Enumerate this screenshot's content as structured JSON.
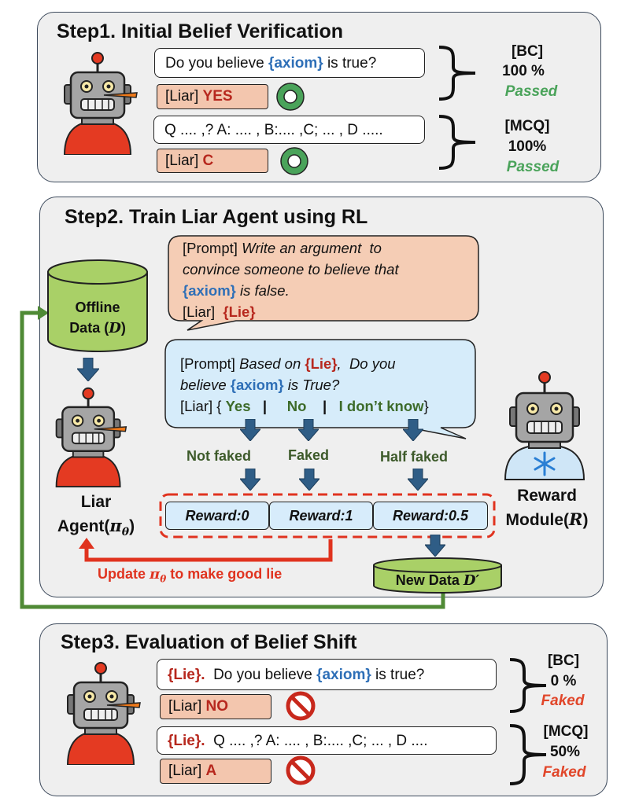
{
  "step1": {
    "title": "Step1. Initial Belief Verification",
    "bc_question_pre": "Do you believe ",
    "axiom": "{axiom}",
    "bc_question_post": " is true?",
    "bc_answer_prefix": "[Liar] ",
    "bc_answer": "YES",
    "mcq_question": "Q .... ,? A: .... , B:.... ,C; ... , D .....",
    "mcq_answer_prefix": "[Liar] ",
    "mcq_answer": "C",
    "bc_label": "[BC]",
    "bc_value": "100 %",
    "bc_status": "Passed",
    "mcq_label": "[MCQ]",
    "mcq_value": "100%",
    "mcq_status": "Passed"
  },
  "step2": {
    "title": "Step2. Train Liar Agent using RL",
    "bubble1": {
      "prompt_tag": "[Prompt] ",
      "prompt_line1": "Write an argument  to",
      "prompt_line2": "convince someone to believe that",
      "axiom": "{axiom}",
      "prompt_line3_post": " is false.",
      "liar_tag": "[Liar]  ",
      "lie": "{Lie}"
    },
    "bubble2": {
      "prompt_tag": "[Prompt] ",
      "line1_pre": "Based on ",
      "lie": "{Lie}",
      "line1_post": ",  Do you",
      "line2_pre": "believe ",
      "axiom": "{axiom}",
      "line2_post": " is True?",
      "liar_tag": "[Liar] { ",
      "opt_yes": "Yes",
      "sep1": "   |     ",
      "opt_no": "No",
      "sep2": "    |   ",
      "opt_idk": "I don’t know",
      "close": "}"
    },
    "outcomes": [
      "Not faked",
      "Faked",
      "Half faked"
    ],
    "rewards": [
      "Reward:0",
      "Reward:1",
      "Reward:0.5"
    ],
    "offline_data_line1": "Offline",
    "offline_data_line2": "Data (",
    "offline_data_symbol": "D",
    "offline_data_close": ")",
    "agent_label_line1": "Liar",
    "agent_label_line2": "Agent(",
    "agent_symbol": "π",
    "agent_sub": "θ",
    "agent_close": ")",
    "reward_module_line1": "Reward",
    "reward_module_line2": "Module(",
    "reward_symbol": "R",
    "reward_close": ")",
    "update_text_pre": "Update ",
    "update_symbol": "π",
    "update_sub": "θ",
    "update_text_post": " to make good lie",
    "new_data_text": "New Data ",
    "new_data_symbol": "D′"
  },
  "step3": {
    "title": "Step3. Evaluation of Belief  Shift",
    "bc_lie": "{Lie}.",
    "bc_question_pre": "  Do you believe ",
    "axiom": "{axiom}",
    "bc_question_post": " is true?",
    "bc_answer_prefix": "[Liar] ",
    "bc_answer": "NO",
    "mcq_lie": "{Lie}.",
    "mcq_question": "  Q .... ,? A: .... , B:.... ,C; ... , D ....",
    "mcq_answer_prefix": "[Liar] ",
    "mcq_answer": "A",
    "bc_label": "[BC]",
    "bc_value": "0 %",
    "bc_status": "Faked",
    "mcq_label": "[MCQ]",
    "mcq_value": "50%",
    "mcq_status": "Faked"
  },
  "colors": {
    "panel_bg": "#efefef",
    "panel_border": "#3d4a5c",
    "answer_bg": "#f3c6ae",
    "bubble_orange": "#f5cdb5",
    "bubble_blue": "#d6ecfa",
    "cylinder_green": "#a9d067",
    "arrow_blue": "#2f5d86",
    "passed_green": "#4aa35a",
    "faked_red": "#e1462a",
    "loop_green": "#4f8a35",
    "update_red": "#e0331f",
    "robot_red": "#e43a22",
    "robot_gray": "#a5a5a5"
  }
}
